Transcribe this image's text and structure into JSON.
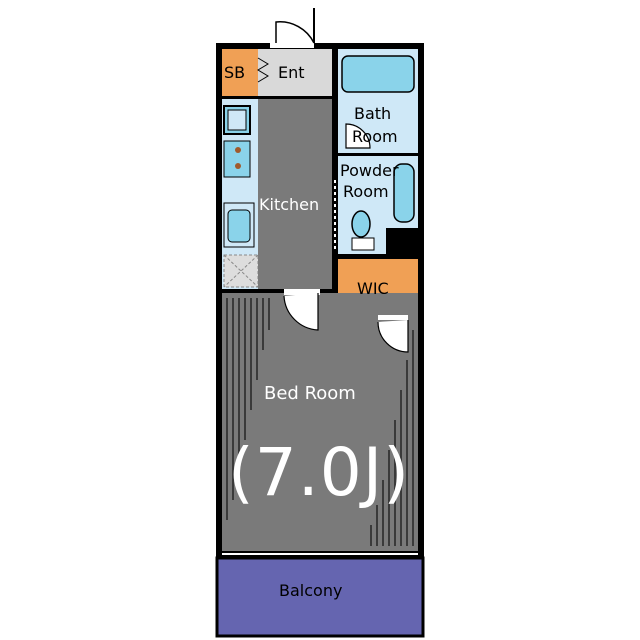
{
  "colors": {
    "wall": "#000000",
    "floor_gray": "#7a7a7a",
    "entrance": "#d9d9d9",
    "shoe_box": "#f0a055",
    "wic": "#f0a055",
    "wet_area": "#cfe8f7",
    "fixture_blue": "#8ad3ea",
    "balcony": "#6565b0",
    "label_light": "#ffffff"
  },
  "rooms": {
    "shoe_box": "SB",
    "entrance": "Ent",
    "bath_line1": "Bath",
    "bath_line2": "Room",
    "powder_line1": "Powder",
    "powder_line2": "Room",
    "kitchen": "Kitchen",
    "wic": "WIC",
    "bedroom": "Bed Room",
    "bedroom_size": "(7.0J)",
    "balcony": "Balcony"
  }
}
